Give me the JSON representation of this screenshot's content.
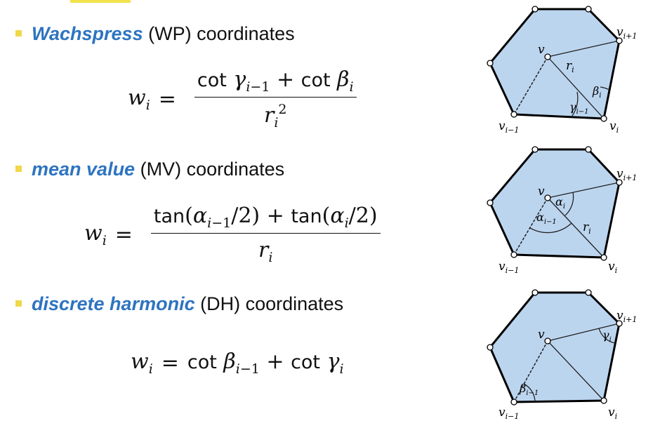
{
  "sections": [
    {
      "term": "Wachspress",
      "rest": " (WP) coordinates"
    },
    {
      "term": "mean value",
      "rest": " (MV) coordinates"
    },
    {
      "term": "discrete harmonic",
      "rest": " (DH) coordinates"
    }
  ],
  "diagram_labels": {
    "v": "v",
    "v_next": "v",
    "v_next_sub": "i+1",
    "v_i": "v",
    "v_i_sub": "i",
    "v_prev": "v",
    "v_prev_sub": "i−1",
    "r": "r",
    "r_sub": "i",
    "beta": "β",
    "beta_sub": "i",
    "gamma": "γ",
    "gamma_sub": "i−1",
    "alpha": "α",
    "alpha_sub": "i",
    "alpha_prev": "α",
    "alpha_prev_sub": "i−1",
    "beta_prev": "β",
    "beta_prev_sub": "i−1",
    "gamma_i": "γ",
    "gamma_i_sub": "i"
  },
  "colors": {
    "accent": "#2e74c0",
    "bullet": "#f0d84a",
    "polygon_fill": "#bcd5ef"
  }
}
